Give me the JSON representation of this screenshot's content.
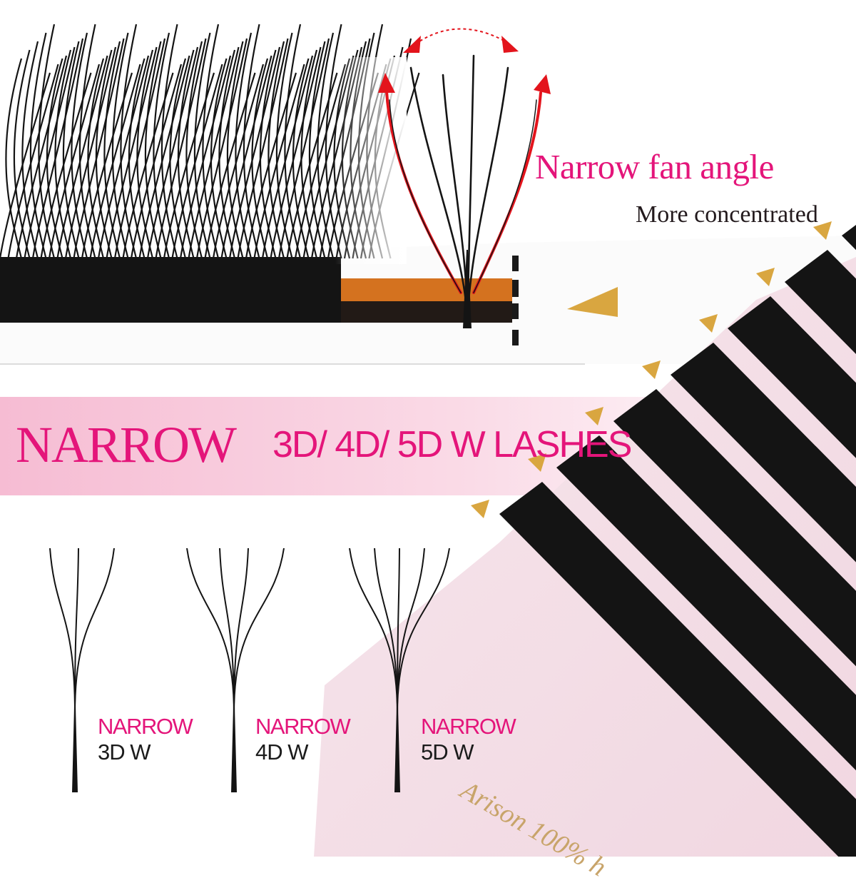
{
  "colors": {
    "accent_pink": "#e4157a",
    "lash_black": "#141414",
    "arrow_red": "#e3141c",
    "gold": "#d9a640",
    "orange_strip": "#d4721f",
    "banner_pink": "#f7c3d8",
    "card_pink": "#f3dfe6"
  },
  "top_section": {
    "headline": "Narrow fan angle",
    "subline": "More concentrated",
    "icons": [
      "double-arrow-icon",
      "fan-lash-icon",
      "triangle-marker-icon"
    ]
  },
  "banner": {
    "title_big": "NARROW",
    "title_small": "3D/ 4D/ 5D W LASHES"
  },
  "fan_cards": [
    {
      "name": "NARROW",
      "dimension": "3D W"
    },
    {
      "name": "NARROW",
      "dimension": "4D W"
    },
    {
      "name": "NARROW",
      "dimension": "5D W"
    }
  ],
  "tray": {
    "brand_text": "Arison 100% h"
  }
}
